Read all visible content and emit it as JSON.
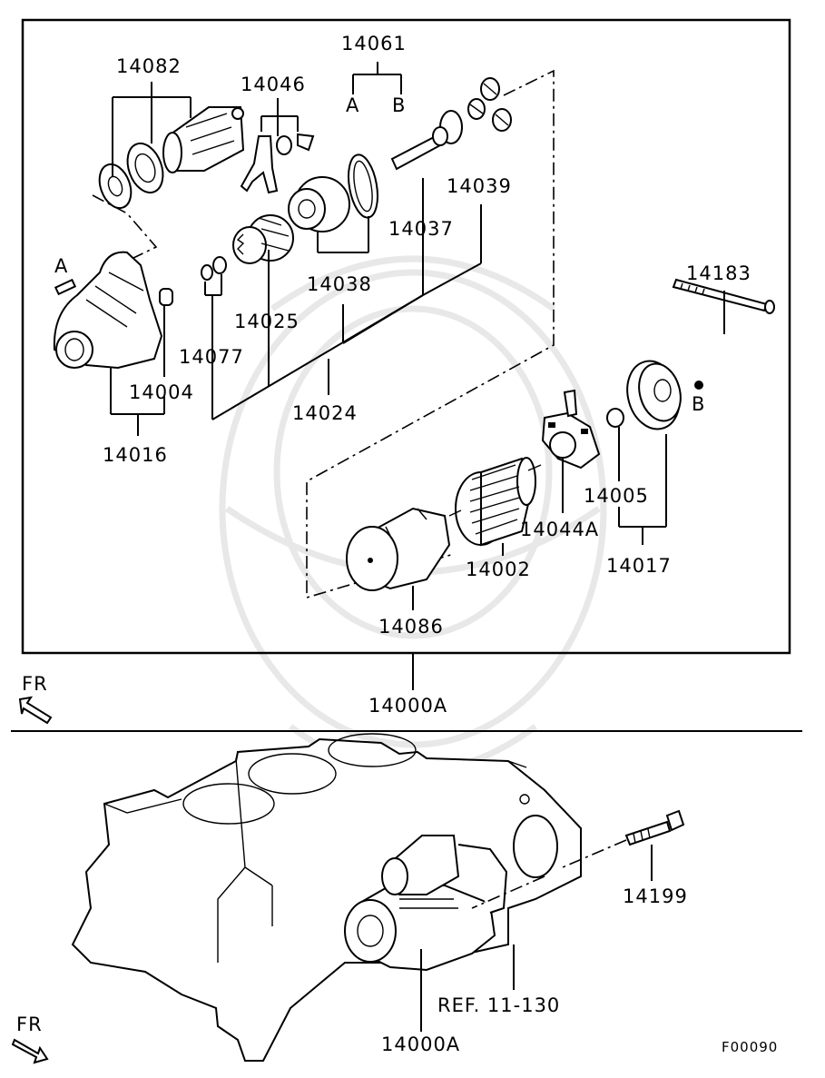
{
  "labels": {
    "p14061": "14061",
    "p14061_a": "A",
    "p14061_b": "B",
    "p14082": "14082",
    "p14046": "14046",
    "p14039": "14039",
    "p14037": "14037",
    "p14038": "14038",
    "p14025": "14025",
    "p14077": "14077",
    "p14004": "14004",
    "p14024": "14024",
    "p14016": "14016",
    "p14183": "14183",
    "p14005": "14005",
    "p14044a": "14044A",
    "p14002": "14002",
    "p14017": "14017",
    "p14086": "14086",
    "assy_top": "14000A",
    "assy_bottom": "14000A",
    "p14199": "14199",
    "ref": "REF. 11-130",
    "figure_code": "F00090",
    "mark_a": "A",
    "mark_b": "B",
    "fr_top": "FR",
    "fr_bottom": "FR"
  }
}
